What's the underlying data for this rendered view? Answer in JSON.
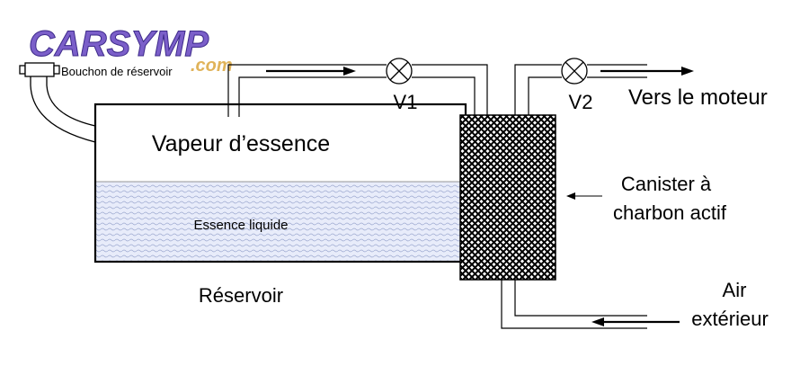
{
  "logo": {
    "name": "CARSYMP",
    "suffix": ".com",
    "colors": {
      "main": "#7b5fc9",
      "outline": "#3d2a8a",
      "suffix": "#e0b35a"
    }
  },
  "labels": {
    "cap": "Bouchon de réservoir",
    "vapor": "Vapeur d’essence",
    "liquid": "Essence liquide",
    "tank": "Réservoir",
    "valve1": "V1",
    "valve2": "V2",
    "engine": "Vers le moteur",
    "canister_line1": "Canister à",
    "canister_line2": "charbon actif",
    "air_line1": "Air",
    "air_line2": "extérieur"
  },
  "colors": {
    "liquid_fill": "#e8ecfa",
    "liquid_pattern": "#9aa6cf",
    "line": "#000000"
  }
}
